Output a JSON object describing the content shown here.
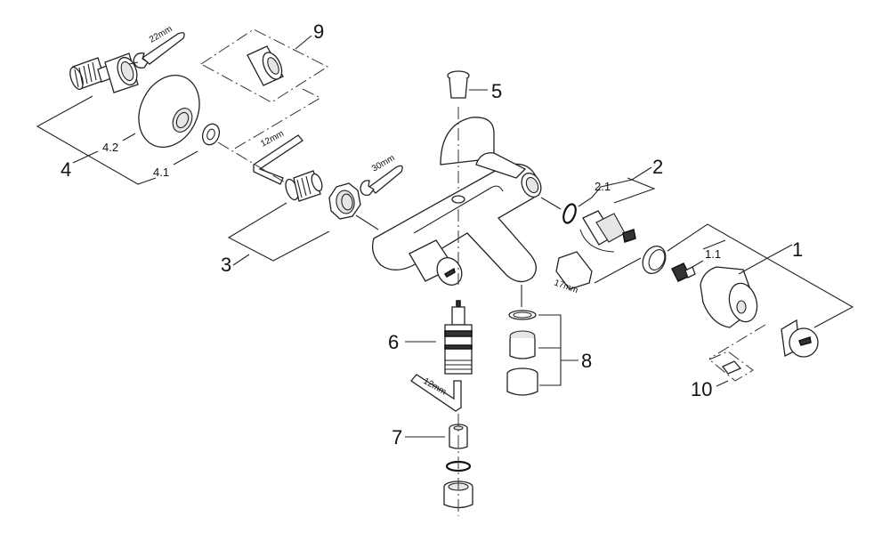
{
  "diagram": {
    "type": "exploded-parts-view",
    "subject": "wall-mounted two-handle bath mixer",
    "callouts": [
      {
        "id": "1",
        "label": "1"
      },
      {
        "id": "1.1",
        "label": "1.1"
      },
      {
        "id": "2",
        "label": "2"
      },
      {
        "id": "2.1",
        "label": "2.1"
      },
      {
        "id": "3",
        "label": "3"
      },
      {
        "id": "4",
        "label": "4"
      },
      {
        "id": "4.1",
        "label": "4.1"
      },
      {
        "id": "4.2",
        "label": "4.2"
      },
      {
        "id": "5",
        "label": "5"
      },
      {
        "id": "6",
        "label": "6"
      },
      {
        "id": "7",
        "label": "7"
      },
      {
        "id": "8",
        "label": "8"
      },
      {
        "id": "9",
        "label": "9"
      },
      {
        "id": "10",
        "label": "10"
      }
    ],
    "tool_sizes": {
      "wrench_s_union": "22mm",
      "hex_key_adapter": "12mm",
      "wrench_nut": "30mm",
      "socket_cartridge": "17mm",
      "hex_key_diverter": "12mm"
    }
  }
}
